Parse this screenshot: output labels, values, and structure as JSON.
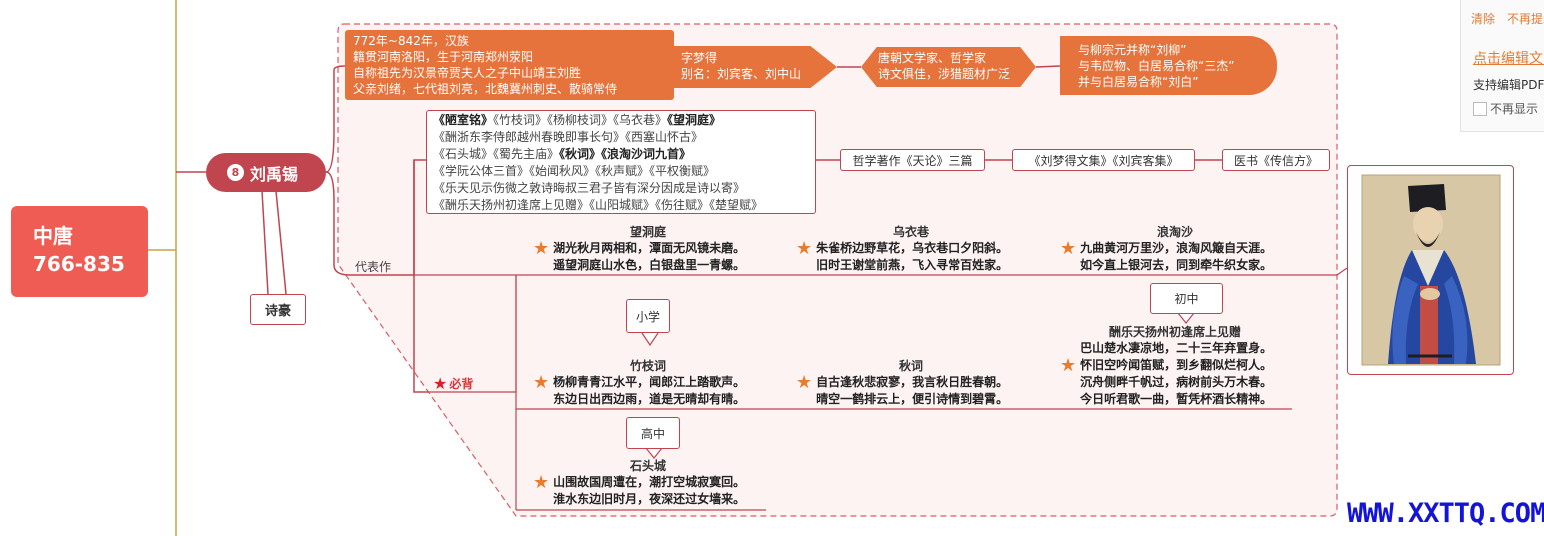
{
  "era": {
    "line1": "中唐",
    "line2": "766-835"
  },
  "poet": {
    "badge": "8",
    "name": "刘禹锡"
  },
  "title_tag": "诗豪",
  "bio": {
    "lines": [
      "772年~842年，汉族",
      "籍贯河南洛阳，生于河南郑州荥阳",
      "自称祖先为汉景帝贾夫人之子中山靖王刘胜",
      "父亲刘绪，七代祖刘亮，北魏冀州刺史、散骑常侍"
    ]
  },
  "names": {
    "line1": "字梦得",
    "line2": "别名：刘宾客、刘中山"
  },
  "career": {
    "line1": "唐朝文学家、哲学家",
    "line2": "诗文俱佳，涉猎题材广泛"
  },
  "fame": {
    "line1": "与柳宗元并称“刘柳”",
    "line2": "与韦应物、白居易合称“三杰”",
    "line3": "并与白居易合称“刘白”"
  },
  "works_list": {
    "l1a": "《陋室铭》",
    "l1b": "《竹枝词》《杨柳枝词》《乌衣巷》",
    "l1c": "《望洞庭》",
    "l2": "《酬浙东李侍郎越州春晚即事长句》《西塞山怀古》",
    "l3a": "《石头城》《蜀先主庙》",
    "l3b": "《秋词》",
    "l3c": "《浪淘沙词九首》",
    "l4": "《学阮公体三首》《始闻秋风》《秋声赋》《平权衡赋》",
    "l5": "《乐天见示伤微之敦诗晦叔三君子皆有深分因成是诗以寄》",
    "l6": "《酬乐天扬州初逢席上见赠》《山阳城赋》《伤往赋》《楚望赋》"
  },
  "other_works": {
    "philosophy": "哲学著作《天论》三篇",
    "collections": "《刘梦得文集》《刘宾客集》",
    "medicine": "医书《传信方》"
  },
  "branch_labels": {
    "representative": "代表作",
    "must_recite": "必背"
  },
  "rep_poems": [
    {
      "title": "望洞庭",
      "line1": "湖光秋月两相和，潭面无风镜未磨。",
      "line2": "遥望洞庭山水色，白银盘里一青螺。"
    },
    {
      "title": "乌衣巷",
      "line1": "朱雀桥边野草花，乌衣巷口夕阳斜。",
      "line2": "旧时王谢堂前燕，飞入寻常百姓家。"
    },
    {
      "title": "浪淘沙",
      "line1": "九曲黄河万里沙，浪淘风簸自天涯。",
      "line2": "如今直上银河去，同到牵牛织女家。"
    }
  ],
  "grades": {
    "primary": "小学",
    "junior": "初中",
    "senior": "高中"
  },
  "recite_poems": {
    "zhuzhici": {
      "title": "竹枝词",
      "line1": "杨柳青青江水平，闻郎江上踏歌声。",
      "line2": "东边日出西边雨，道是无晴却有晴。"
    },
    "qiuci": {
      "title": "秋词",
      "line1": "自古逢秋悲寂寥，我言秋日胜春朝。",
      "line2": "晴空一鹤排云上，便引诗情到碧霄。"
    },
    "yangzhou": {
      "title": "酬乐天扬州初逢席上见赠",
      "lines": [
        "巴山楚水凄凉地，二十三年弃置身。",
        "怀旧空吟闻笛赋，到乡翻似烂柯人。",
        "沉舟侧畔千帆过，病树前头万木春。",
        "今日听君歌一曲，暂凭杯酒长精神。"
      ]
    },
    "shitoucheng": {
      "title": "石头城",
      "line1": "山围故国周遭在，潮打空城寂寞回。",
      "line2": "淮水东边旧时月，夜深还过女墙来。"
    }
  },
  "watermark": "WWW.XXTTQ.COM",
  "side_panel": {
    "clear": "清除",
    "no_remind": "不再提示",
    "edit_link": "点击编辑文字",
    "desc": "支持编辑PDF文件",
    "checkbox": "不再显示"
  },
  "colors": {
    "accent_red": "#c0454f",
    "era_red": "#ef5c54",
    "orange": "#e5733b",
    "star": "#e87c2e",
    "watermark_blue": "#1414d8"
  }
}
